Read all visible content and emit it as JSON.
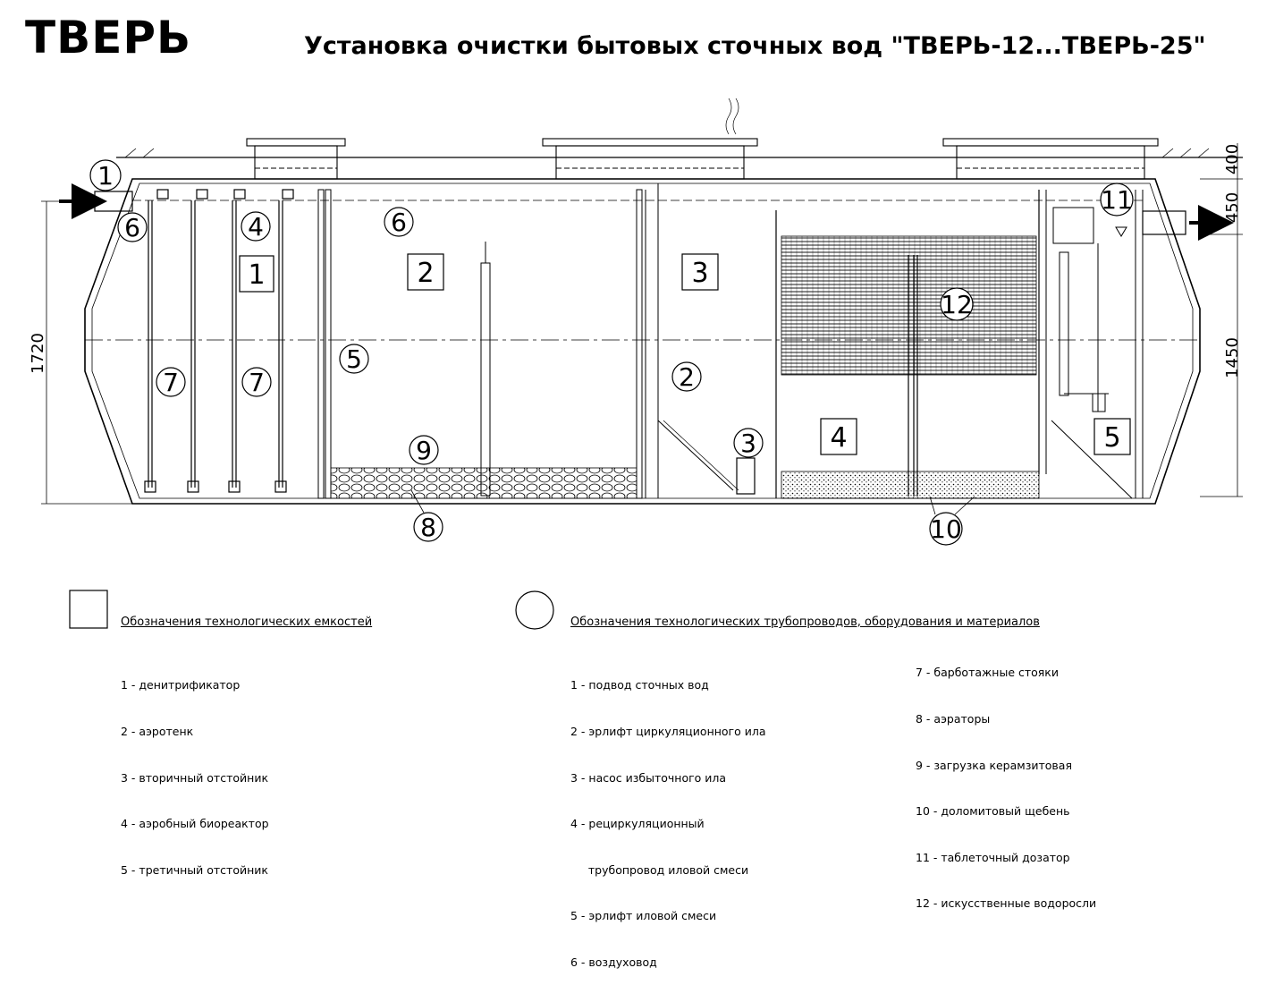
{
  "header": {
    "logo": "ТВЕРЬ",
    "title": "Установка очистки бытовых сточных вод \"ТВЕРЬ-12...ТВЕРЬ-25\""
  },
  "dimensions": {
    "height_total": "1720",
    "top": "400",
    "inlet_outlet": "450",
    "water_level": "1450"
  },
  "tank_labels": [
    "1",
    "2",
    "3",
    "4",
    "5"
  ],
  "equipment_labels": {
    "inlet": "1",
    "airlift_left": "6",
    "recirc": "4",
    "airduct_top": "6",
    "airlift_mix": "5",
    "bubbler_a": "7",
    "bubbler_b": "7",
    "loading": "9",
    "aerators": "8",
    "airlift_circ": "2",
    "pump": "3",
    "algae": "12",
    "gravel": "10",
    "dozer": "11"
  },
  "legend": {
    "tanks_title": "Обозначения технологических емкостей",
    "tanks": [
      "1 - денитрификатор",
      "2 - аэротенк",
      "3 - вторичный отстойник",
      "4 - аэробный биореактор",
      "5 - третичный отстойник"
    ],
    "equipment_title": "Обозначения технологических трубопроводов, оборудования и материалов",
    "equipment_col1": [
      "1 - подвод сточных вод",
      "2 - эрлифт циркуляционного ила",
      "3 - насос избыточного ила",
      "4 - рециркуляционный",
      "     трубопровод иловой смеси",
      "5 - эрлифт иловой смеси",
      "6 - воздуховод"
    ],
    "equipment_col2": [
      "7 - барботажные стояки",
      "8 - аэраторы",
      "9 - загрузка керамзитовая",
      "10 - доломитовый щебень",
      "11 - таблеточный дозатор",
      "12 - искусственные водоросли"
    ]
  }
}
